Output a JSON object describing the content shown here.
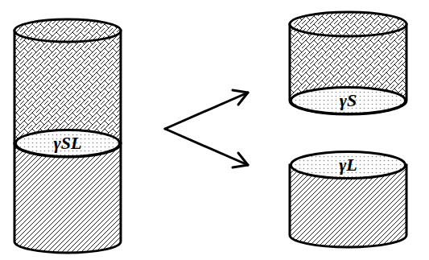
{
  "diagram": {
    "nodes": [
      {
        "text": [
          "γSL"
        ]
      },
      {
        "text": [
          "γS"
        ]
      },
      {
        "text": [
          "γL"
        ]
      }
    ]
  }
}
